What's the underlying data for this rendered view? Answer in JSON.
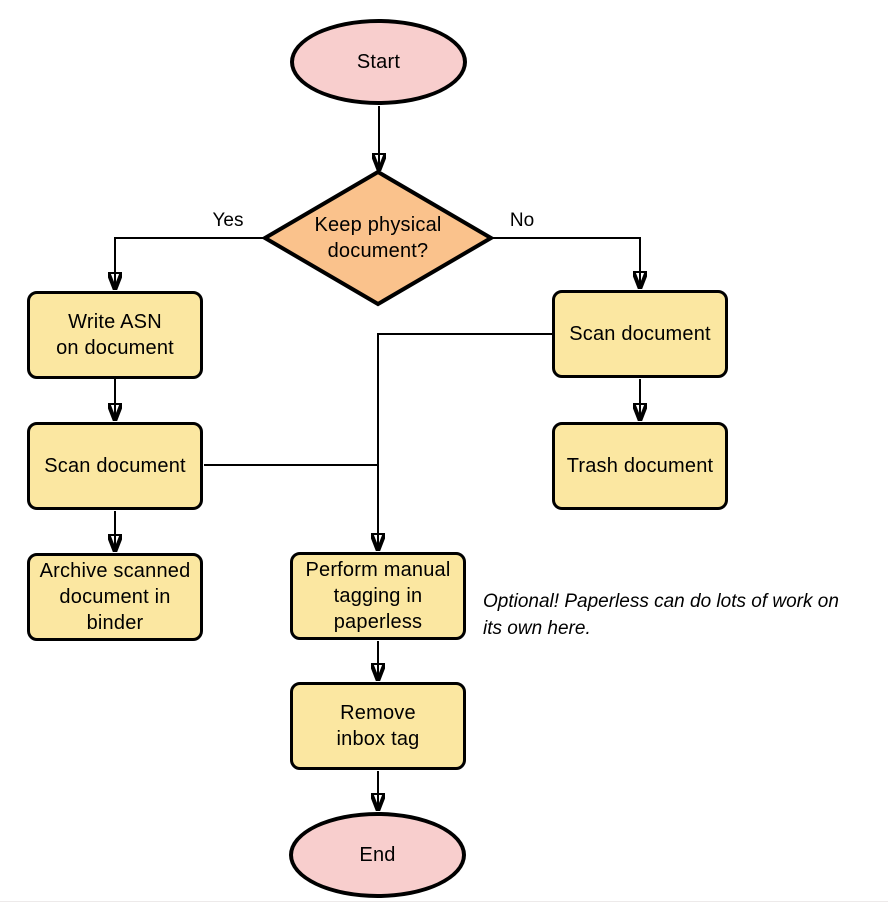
{
  "diagram": {
    "nodes": {
      "start": {
        "label": "Start"
      },
      "decision": {
        "label": "Keep physical\ndocument?"
      },
      "write_asn": {
        "label": "Write ASN\non document"
      },
      "scan_left": {
        "label": "Scan document"
      },
      "archive": {
        "label": "Archive scanned\ndocument in\nbinder"
      },
      "scan_right": {
        "label": "Scan document"
      },
      "trash": {
        "label": "Trash document"
      },
      "tagging": {
        "label": "Perform manual\ntagging in\npaperless"
      },
      "remove_inbox": {
        "label": "Remove\ninbox tag"
      },
      "end": {
        "label": "End"
      }
    },
    "edge_labels": {
      "yes": "Yes",
      "no": "No"
    },
    "note": {
      "text": "Optional! Paperless can do lots of work on\nits own here."
    },
    "colors": {
      "terminator_fill": "#F8CECD",
      "decision_fill": "#FAC28C",
      "process_fill": "#FBE7A1",
      "stroke": "#000000",
      "background": "#FFFFFF",
      "divider": "#EDEAEA"
    }
  }
}
